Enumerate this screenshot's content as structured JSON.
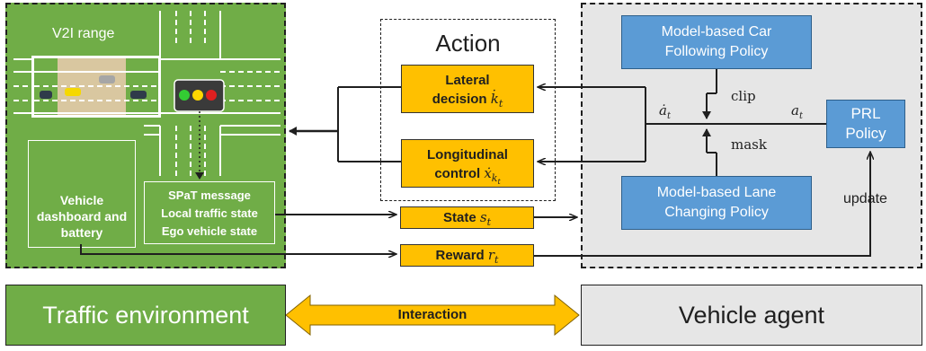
{
  "left_panel": {
    "range_label": "V2I range",
    "dashboard_label": "Vehicle dashboard and battery",
    "message_lines": [
      "SPaT message",
      "Local traffic state",
      "Ego vehicle state"
    ]
  },
  "action_panel": {
    "title": "Action",
    "lateral": {
      "text": "Lateral",
      "text2": "decision",
      "symbol": "k̇",
      "sub": "t"
    },
    "longitudinal": {
      "text": "Longitudinal",
      "text2": "control",
      "symbol": "ẋ",
      "sub": "k",
      "subsub": "t"
    }
  },
  "state_box": {
    "text": "State",
    "symbol": "s",
    "sub": "t"
  },
  "reward_box": {
    "text": "Reward",
    "symbol": "r",
    "sub": "t"
  },
  "right_panel": {
    "car_following": "Model-based Car Following Policy",
    "lane_changing": "Model-based Lane Changing Policy",
    "prl": "PRL Policy",
    "clip_label": "clip",
    "mask_label": "mask",
    "update_label": "update",
    "a_dot_symbol": "ȧ",
    "a_dot_sub": "t",
    "a_symbol": "a",
    "a_sub": "t"
  },
  "bottom": {
    "left": "Traffic environment",
    "center": "Interaction",
    "right": "Vehicle agent"
  },
  "colors": {
    "green": "#70ad47",
    "gray": "#e6e6e6",
    "orange": "#ffc000",
    "blue": "#5b9bd5"
  }
}
